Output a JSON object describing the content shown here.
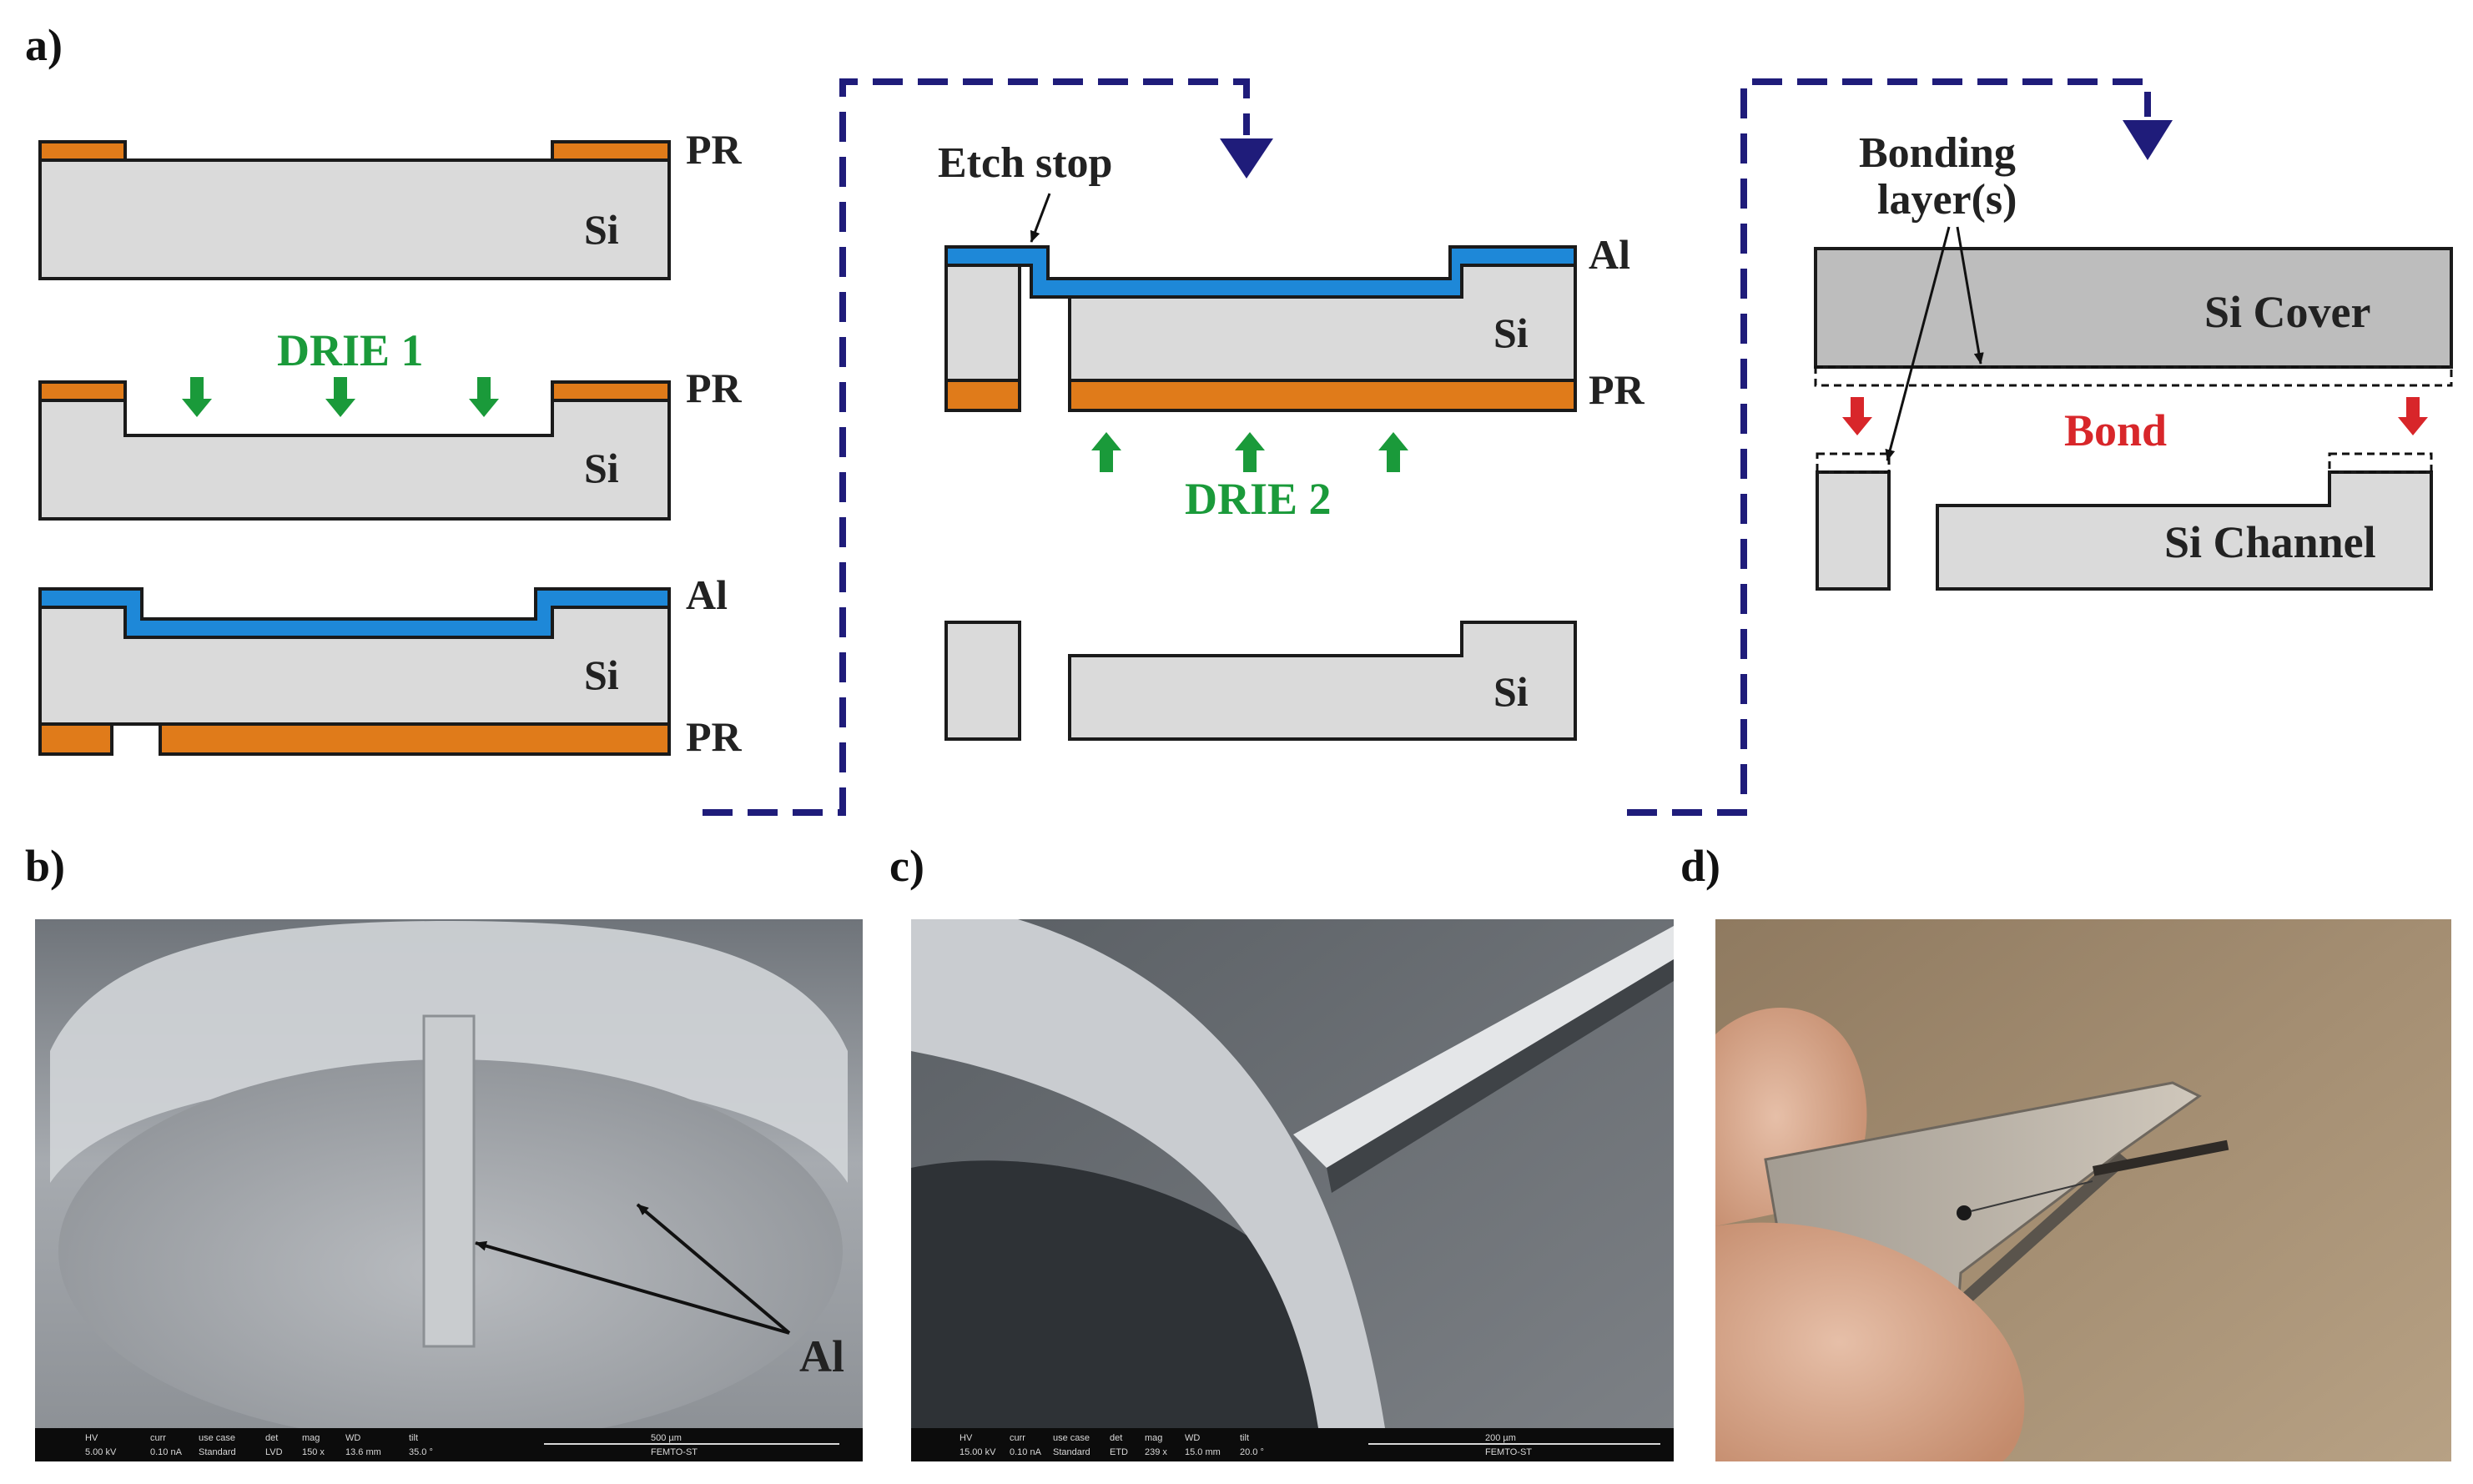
{
  "panels": {
    "a": "a)",
    "b": "b)",
    "c": "c)",
    "d": "d)"
  },
  "stage1": {
    "step1": {
      "layer_top": "PR",
      "substrate": "Si"
    },
    "step2": {
      "etch": "DRIE 1",
      "layer_top": "PR",
      "substrate": "Si"
    },
    "step3": {
      "layer_top": "Al",
      "substrate": "Si",
      "layer_bottom": "PR"
    }
  },
  "stage2": {
    "etch_stop": "Etch stop",
    "layer_top": "Al",
    "substrate": "Si",
    "layer_bottom": "PR",
    "etch": "DRIE 2",
    "result_substrate": "Si"
  },
  "stage3": {
    "bonding": [
      "Bonding",
      "layer(s)"
    ],
    "cover": "Si Cover",
    "bond": "Bond",
    "channel": "Si Channel"
  },
  "photo_b": {
    "annotation": "Al",
    "sem_bar": [
      "HV",
      "curr",
      "use case",
      "det",
      "mag",
      "WD",
      "tilt",
      "5.00 kV",
      "0.10 nA",
      "Standard",
      "LVD",
      "150 x",
      "13.6 mm",
      "35.0 °",
      "500 µm",
      "FEMTO-ST"
    ]
  },
  "photo_c": {
    "sem_bar": [
      "HV",
      "curr",
      "use case",
      "det",
      "mag",
      "WD",
      "tilt",
      "15.00 kV",
      "0.10 nA",
      "Standard",
      "ETD",
      "239 x",
      "15.0 mm",
      "20.0 °",
      "200 µm",
      "FEMTO-ST"
    ]
  },
  "colors": {
    "silicon": "#dadada",
    "cover": "#bdbdbd",
    "photoresist": "#e07b1a",
    "aluminum": "#1e88d8",
    "drie": "#1a9a3a",
    "bond": "#d8262a",
    "process_arrow": "#1f1c7a"
  }
}
